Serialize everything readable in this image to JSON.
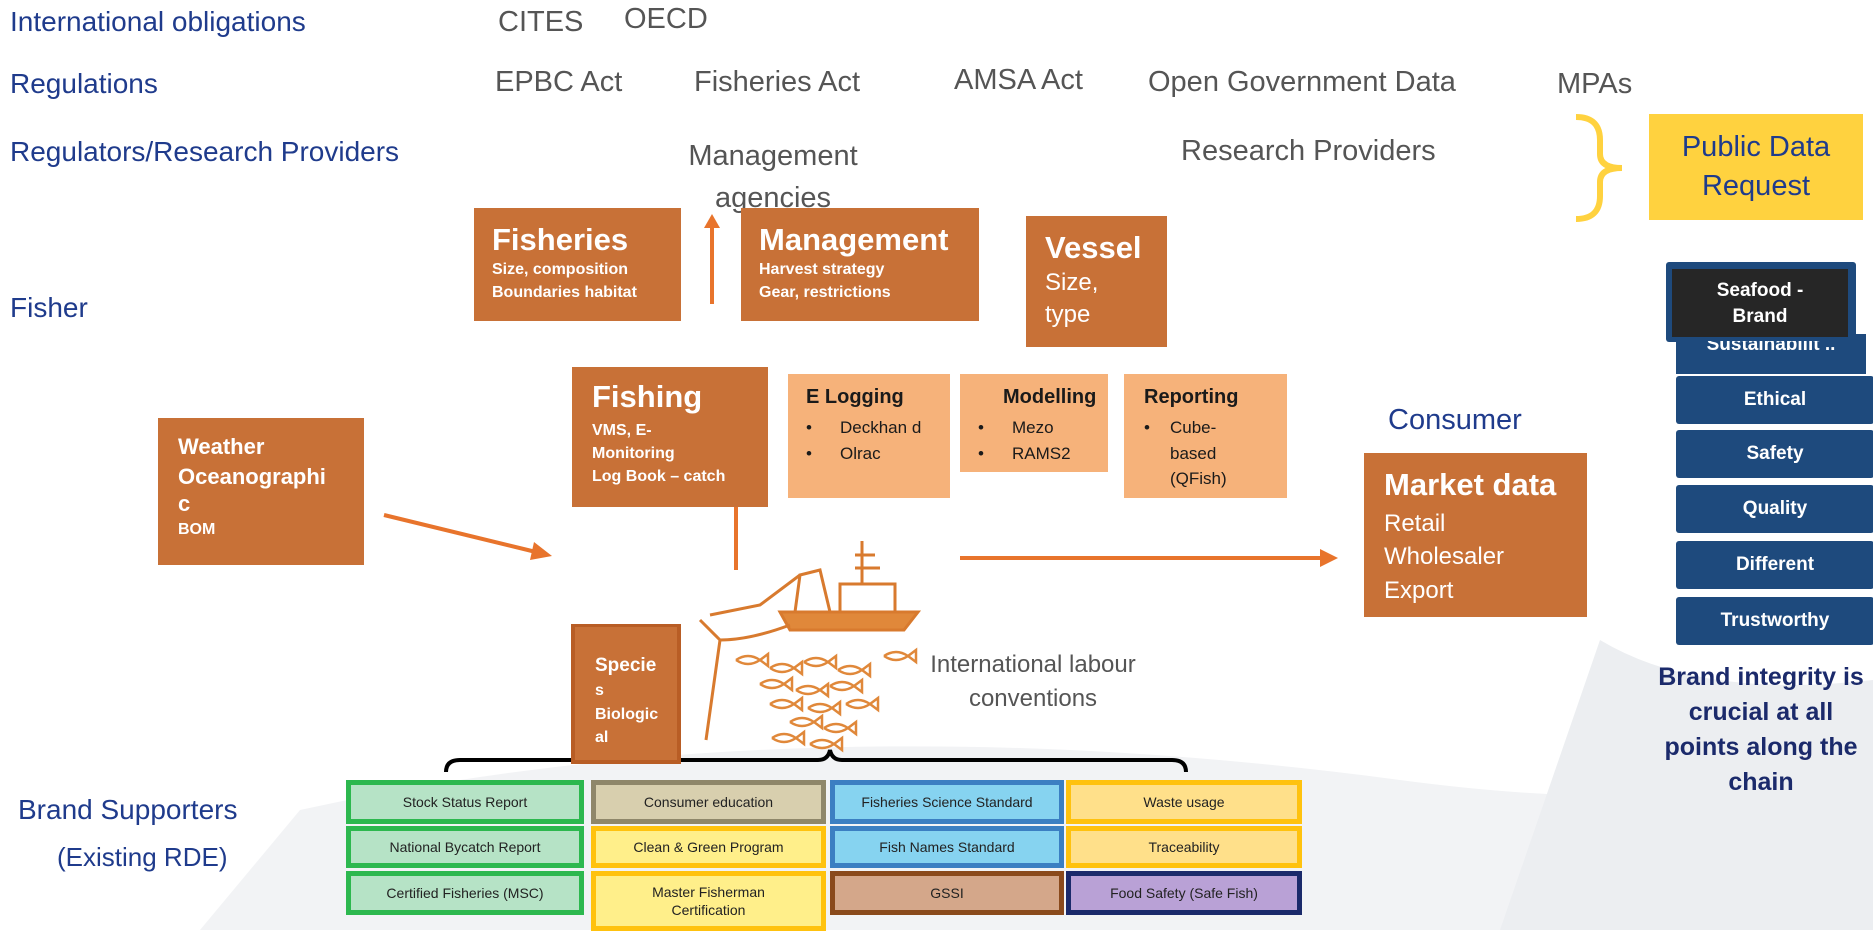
{
  "rows": {
    "international": "International obligations",
    "regulations": "Regulations",
    "regulators": "Regulators/Research Providers",
    "fisher": "Fisher",
    "brand_supporters": "Brand Supporters",
    "brand_supporters_sub": "(Existing RDE)"
  },
  "international_items": [
    "CITES",
    "OECD"
  ],
  "regulation_items": [
    "EPBC Act",
    "Fisheries Act",
    "AMSA Act",
    "Open Government Data",
    "MPAs"
  ],
  "regulator_items": {
    "management": "Management agencies",
    "research": "Research Providers"
  },
  "public_data_request": "Public Data Request",
  "boxes": {
    "fisheries": {
      "title": "Fisheries",
      "lines": [
        "Size, composition",
        "Boundaries habitat"
      ]
    },
    "management": {
      "title": "Management",
      "lines": [
        "Harvest strategy",
        "Gear, restrictions"
      ]
    },
    "vessel": {
      "title": "Vessel",
      "lines": [
        "Size,",
        "type"
      ]
    },
    "fishing": {
      "title": "Fishing",
      "lines": [
        "VMS, E-",
        "Monitoring",
        "Log Book – catch"
      ]
    },
    "weather": {
      "title": "Weather",
      "lines": [
        "Oceanographi",
        "c",
        "BOM"
      ]
    },
    "species": {
      "lines": [
        "Specie",
        "s",
        "Biologic",
        "al"
      ]
    },
    "market": {
      "title": "Market data",
      "lines": [
        "Retail",
        "Wholesaler",
        "Export"
      ]
    }
  },
  "elogging": {
    "title": "E Logging",
    "items": [
      "Deckhan d",
      "Olrac"
    ]
  },
  "modelling": {
    "title": "Modelling",
    "items": [
      "Mezo",
      "RAMS2"
    ]
  },
  "reporting": {
    "title": "Reporting",
    "items": [
      "Cube-based (QFish)"
    ]
  },
  "consumer": "Consumer",
  "labour": "International labour conventions",
  "brand_stack": {
    "top": "Seafood - Brand",
    "hidden": "Sustainabilit ..",
    "items": [
      "Ethical",
      "Safety",
      "Quality",
      "Different",
      "Trustworthy"
    ]
  },
  "brand_integrity": "Brand integrity is crucial at all points along the chain",
  "supporters": [
    [
      "Stock Status Report",
      "National Bycatch Report",
      "Certified Fisheries (MSC)"
    ],
    [
      "Consumer education",
      "Clean & Green Program",
      "Master Fisherman Certification"
    ],
    [
      "Fisheries Science Standard",
      "Fish Names Standard",
      "GSSI"
    ],
    [
      "Waste usage",
      "Traceability",
      "Food Safety (Safe Fish)"
    ]
  ],
  "colors": {
    "label_blue": "#1f3b8c",
    "orange": "#c87137",
    "light_orange": "#f6b27a",
    "yellow": "#ffd23f",
    "navy": "#1e4a7d",
    "dark_navy": "#1b2a6b",
    "supporter_fills": [
      [
        "#b6e3c6",
        "#b6e3c6",
        "#b6e3c6"
      ],
      [
        "#d8cfae",
        "#ffef8a",
        "#ffef8a"
      ],
      [
        "#86d3f0",
        "#86d3f0",
        "#d4a78a"
      ],
      [
        "#ffe08a",
        "#ffe08a",
        "#b9a1d6"
      ]
    ],
    "supporter_borders": [
      [
        "#2db84f",
        "#2db84f",
        "#2db84f"
      ],
      [
        "#8f876a",
        "#ffc20e",
        "#ffc20e"
      ],
      [
        "#3b7fc2",
        "#3b7fc2",
        "#8a4a1c"
      ],
      [
        "#ffc20e",
        "#ffc20e",
        "#1b2a6b"
      ]
    ]
  }
}
